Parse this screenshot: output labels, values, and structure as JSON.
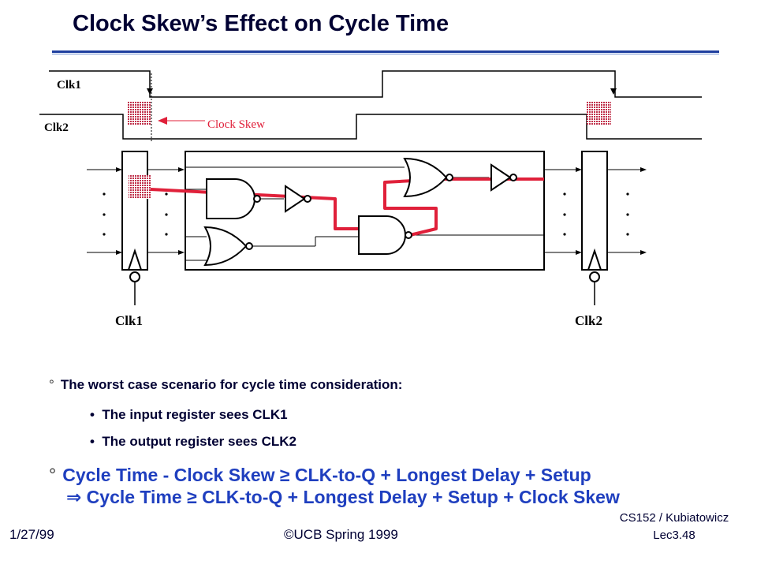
{
  "title": "Clock Skew’s Effect on Cycle Time",
  "diagram": {
    "clk1_label_top": "Clk1",
    "clk2_label_top": "Clk2",
    "clock_skew_label": "Clock Skew",
    "clk1_label_bottom": "Clk1",
    "clk2_label_bottom": "Clk2"
  },
  "bullets": {
    "main": "The worst case scenario for cycle time consideration:",
    "sub1": "The input register sees CLK1",
    "sub2": "The output register sees CLK2",
    "eq1": "Cycle Time - Clock Skew ≥ CLK-to-Q + Longest Delay + Setup",
    "eq2": "⇒ Cycle Time ≥ CLK-to-Q + Longest Delay + Setup + Clock Skew"
  },
  "footer": {
    "date": "1/27/99",
    "copyright": "©UCB Spring 1999",
    "course": "CS152 / Kubiatowicz",
    "lecture": "Lec3.48"
  },
  "colors": {
    "critical_path": "#e0203a",
    "skew_fill": "#c0304a",
    "title": "#000033",
    "accent_blue": "#1f3fbf"
  }
}
